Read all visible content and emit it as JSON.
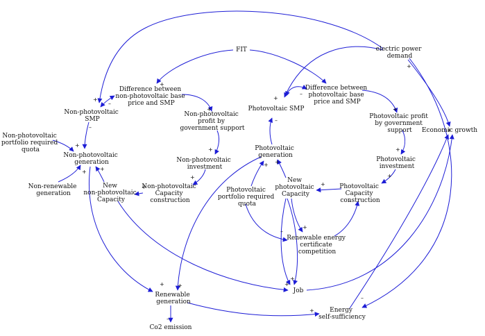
{
  "nodes": {
    "fit": [
      "FIT"
    ],
    "electric_power_demand": [
      "electric power",
      "demand"
    ],
    "economic_growth": [
      "Economic growth"
    ],
    "diff_nonpv": [
      "Difference between",
      "non-photovoltaic base",
      "price and SMP"
    ],
    "nonpv_smp": [
      "Non-photovoltaic",
      "SMP"
    ],
    "nonpv_quota": [
      "Non-photovoltaic",
      "portfolio required",
      "quota"
    ],
    "nonpv_generation": [
      "Non-photovoltaic",
      "generation"
    ],
    "nonrenewable_generation": [
      "Non-renewable",
      "generation"
    ],
    "new_nonpv_capacity": [
      "New",
      "non-photovoltaic",
      "Capacity"
    ],
    "nonpv_profit": [
      "Non-photovoltaic",
      "profit by",
      "government support"
    ],
    "nonpv_investment": [
      "Non-photovoltaic",
      "investment"
    ],
    "nonpv_construction": [
      "Non-photovoltaic",
      "Capacity",
      "construction"
    ],
    "pv_smp": [
      "Photovoltaic SMP"
    ],
    "diff_pv": [
      "Difference between",
      "photovoltaic base",
      "price and SMP"
    ],
    "pv_profit": [
      "Photovoltaic profit",
      "by government",
      "support"
    ],
    "pv_investment": [
      "Photovoltaic",
      "investment"
    ],
    "pv_construction": [
      "Photovoltaic",
      "Capacity",
      "construction"
    ],
    "pv_generation": [
      "Photovoltaic",
      "generation"
    ],
    "new_pv_capacity": [
      "New",
      "photovoltaic",
      "Capacity"
    ],
    "pv_quota": [
      "Photovoltaic",
      "portfolio required",
      "quota"
    ],
    "rec_competition": [
      "Renewable energy",
      "certificate",
      "competition"
    ],
    "job": [
      "Job"
    ],
    "renewable_generation": [
      "Renewable",
      "generation"
    ],
    "co2_emission": [
      "Co2 emission"
    ],
    "energy_self_sufficiency": [
      "Energy",
      "self-sufficiency"
    ]
  },
  "polarity": {
    "plus": "+",
    "minus": "–"
  },
  "colors": {
    "arrow": "#1d1dd6",
    "text": "#111111"
  }
}
